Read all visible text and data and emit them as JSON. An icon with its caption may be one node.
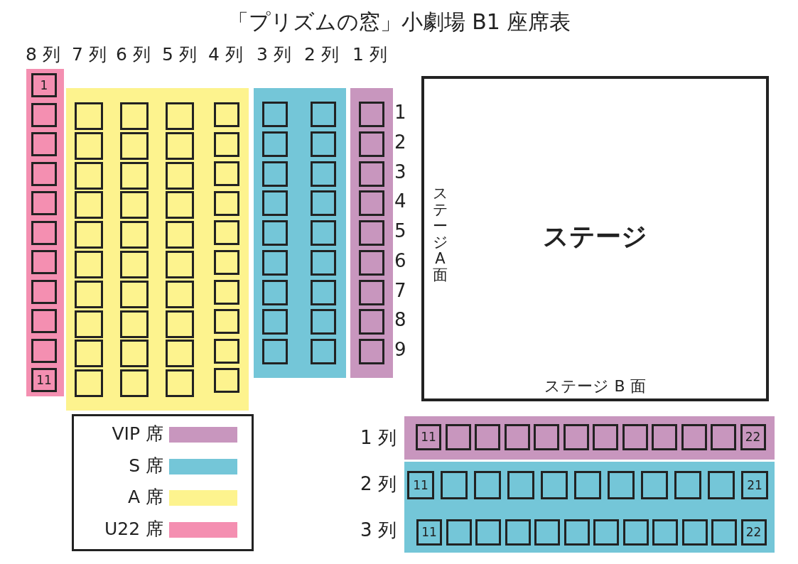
{
  "diagram": {
    "title": "「プリズムの窓」小劇場 B1 座席表",
    "nodes": [
      {
        "text": [],
        "shape": "band"
      },
      {
        "text": [
          "1"
        ],
        "in": 0
      },
      {
        "text": [],
        "shape": "box",
        "in": 0
      },
      {
        "text": [],
        "shape": "box",
        "in": 0
      },
      {
        "text": [],
        "shape": "box",
        "in": 0
      },
      {
        "text": [],
        "shape": "box",
        "in": 0
      },
      {
        "text": [],
        "shape": "box",
        "in": 0
      },
      {
        "text": [],
        "shape": "box",
        "in": 0
      },
      {
        "text": [],
        "shape": "box",
        "in": 0
      },
      {
        "text": [],
        "shape": "box",
        "in": 0
      },
      {
        "text": [],
        "shape": "box",
        "in": 0
      },
      {
        "text": [
          "11"
        ],
        "in": 0
      },
      {
        "text": [],
        "shape": "band"
      },
      {
        "text": [],
        "shape": "box",
        "in": 12
      },
      {
        "text": [],
        "shape": "box",
        "in": 12
      },
      {
        "text": [],
        "shape": "box",
        "in": 12
      },
      {
        "text": [],
        "shape": "box",
        "in": 12
      },
      {
        "text": [],
        "shape": "box",
        "in": 12
      },
      {
        "text": [],
        "shape": "box",
        "in": 12
      },
      {
        "text": [],
        "shape": "box",
        "in": 12
      },
      {
        "text": [],
        "shape": "box",
        "in": 12
      },
      {
        "text": [],
        "shape": "box",
        "in": 12
      },
      {
        "text": [],
        "shape": "box",
        "in": 12
      },
      {
        "text": [],
        "shape": "box",
        "in": 12
      },
      {
        "text": [],
        "shape": "box",
        "in": 12
      },
      {
        "text": [],
        "shape": "box",
        "in": 12
      },
      {
        "text": [],
        "shape": "box",
        "in": 12
      },
      {
        "text": [],
        "shape": "box",
        "in": 12
      },
      {
        "text": [],
        "shape": "box",
        "in": 12
      },
      {
        "text": [],
        "shape": "box",
        "in": 12
      },
      {
        "text": [],
        "shape": "box",
        "in": 12
      },
      {
        "text": [],
        "shape": "box",
        "in": 12
      },
      {
        "text": [],
        "shape": "box",
        "in": 12
      },
      {
        "text": [],
        "shape": "box",
        "in": 12
      },
      {
        "text": [],
        "shape": "box",
        "in": 12
      },
      {
        "text": [],
        "shape": "box",
        "in": 12
      },
      {
        "text": [],
        "shape": "box",
        "in": 12
      },
      {
        "text": [],
        "shape": "box",
        "in": 12
      },
      {
        "text": [],
        "shape": "box",
        "in": 12
      },
      {
        "text": [],
        "shape": "box",
        "in": 12
      },
      {
        "text": [],
        "shape": "box",
        "in": 12
      },
      {
        "text": [],
        "shape": "box",
        "in": 12
      },
      {
        "text": [],
        "shape": "box",
        "in": 12
      },
      {
        "text": [],
        "shape": "box",
        "in": 12
      },
      {
        "text": [],
        "shape": "box",
        "in": 12
      },
      {
        "text": [],
        "shape": "box",
        "in": 12
      },
      {
        "text": [],
        "shape": "box",
        "in": 12
      },
      {
        "text": [],
        "shape": "box",
        "in": 12
      },
      {
        "text": [],
        "shape": "box",
        "in": 12
      },
      {
        "text": [],
        "shape": "box",
        "in": 12
      },
      {
        "text": [],
        "shape": "box",
        "in": 12
      },
      {
        "text": [],
        "shape": "box",
        "in": 12
      },
      {
        "text": [],
        "shape": "box",
        "in": 12
      },
      {
        "text": [],
        "shape": "band"
      },
      {
        "text": [],
        "shape": "box",
        "in": 53
      },
      {
        "text": [],
        "shape": "box",
        "in": 53
      },
      {
        "text": [],
        "shape": "box",
        "in": 53
      },
      {
        "text": [],
        "shape": "box",
        "in": 53
      },
      {
        "text": [],
        "shape": "box",
        "in": 53
      },
      {
        "text": [],
        "shape": "box",
        "in": 53
      },
      {
        "text": [],
        "shape": "box",
        "in": 53
      },
      {
        "text": [],
        "shape": "box",
        "in": 53
      },
      {
        "text": [],
        "shape": "box",
        "in": 53
      },
      {
        "text": [],
        "shape": "box",
        "in": 53
      },
      {
        "text": [],
        "shape": "box",
        "in": 53
      },
      {
        "text": [],
        "shape": "box",
        "in": 53
      },
      {
        "text": [],
        "shape": "box",
        "in": 53
      },
      {
        "text": [],
        "shape": "box",
        "in": 53
      },
      {
        "text": [],
        "shape": "box",
        "in": 53
      },
      {
        "text": [],
        "shape": "box",
        "in": 53
      },
      {
        "text": [],
        "shape": "box",
        "in": 53
      },
      {
        "text": [],
        "shape": "box",
        "in": 53
      },
      {
        "text": [],
        "shape": "band"
      },
      {
        "text": [],
        "shape": "box",
        "in": 72
      },
      {
        "text": [],
        "shape": "box",
        "in": 72
      },
      {
        "text": [],
        "shape": "box",
        "in": 72
      },
      {
        "text": [],
        "shape": "box",
        "in": 72
      },
      {
        "text": [],
        "shape": "box",
        "in": 72
      },
      {
        "text": [],
        "shape": "box",
        "in": 72
      },
      {
        "text": [],
        "shape": "box",
        "in": 72
      },
      {
        "text": [],
        "shape": "box",
        "in": 72
      },
      {
        "text": [],
        "shape": "box",
        "in": 72
      },
      {
        "text": [
          "ステージA面",
          "ステージ",
          "ステージ B 面"
        ]
      },
      {
        "text": [],
        "shape": "band"
      },
      {
        "text": [
          "11"
        ],
        "in": 83
      },
      {
        "text": [],
        "shape": "box",
        "in": 83
      },
      {
        "text": [],
        "shape": "box",
        "in": 83
      },
      {
        "text": [],
        "shape": "box",
        "in": 83
      },
      {
        "text": [],
        "shape": "box",
        "in": 83
      },
      {
        "text": [],
        "shape": "box",
        "in": 83
      },
      {
        "text": [],
        "shape": "box",
        "in": 83
      },
      {
        "text": [],
        "shape": "box",
        "in": 83
      },
      {
        "text": [],
        "shape": "box",
        "in": 83
      },
      {
        "text": [],
        "shape": "box",
        "in": 83
      },
      {
        "text": [],
        "shape": "box",
        "in": 83
      },
      {
        "text": [
          "22"
        ],
        "in": 83
      },
      {
        "text": [],
        "shape": "band"
      },
      {
        "text": [
          "11"
        ],
        "in": 96
      },
      {
        "text": [],
        "shape": "box",
        "in": 96
      },
      {
        "text": [],
        "shape": "box",
        "in": 96
      },
      {
        "text": [],
        "shape": "box",
        "in": 96
      },
      {
        "text": [],
        "shape": "box",
        "in": 96
      },
      {
        "text": [],
        "shape": "box",
        "in": 96
      },
      {
        "text": [],
        "shape": "box",
        "in": 96
      },
      {
        "text": [],
        "shape": "box",
        "in": 96
      },
      {
        "text": [],
        "shape": "box",
        "in": 96
      },
      {
        "text": [],
        "shape": "box",
        "in": 96
      },
      {
        "text": [
          "21"
        ],
        "in": 96
      },
      {
        "text": [
          "11"
        ],
        "in": 96
      },
      {
        "text": [],
        "shape": "box",
        "in": 96
      },
      {
        "text": [],
        "shape": "box",
        "in": 96
      },
      {
        "text": [],
        "shape": "box",
        "in": 96
      },
      {
        "text": [],
        "shape": "box",
        "in": 96
      },
      {
        "text": [],
        "shape": "box",
        "in": 96
      },
      {
        "text": [],
        "shape": "box",
        "in": 96
      },
      {
        "text": [],
        "shape": "box",
        "in": 96
      },
      {
        "text": [],
        "shape": "box",
        "in": 96
      },
      {
        "text": [],
        "shape": "box",
        "in": 96
      },
      {
        "text": [],
        "shape": "box",
        "in": 96
      },
      {
        "text": [
          "22"
        ],
        "in": 96
      }
    ],
    "labels": [
      "8 列",
      "7 列",
      "6 列",
      "5 列",
      "4 列",
      "3 列",
      "2 列",
      "1 列",
      "1",
      "2",
      "3",
      "4",
      "5",
      "6",
      "7",
      "8",
      "9",
      "1 列",
      "2 列",
      "3 列"
    ],
    "legend": [
      {
        "text": "VIP 席",
        "color": "#c896be"
      },
      {
        "text": "S 席",
        "color": "#74c6d8"
      },
      {
        "text": "A 席",
        "color": "#fdf38e"
      },
      {
        "text": "U22 席",
        "color": "#f48fb1"
      }
    ]
  }
}
